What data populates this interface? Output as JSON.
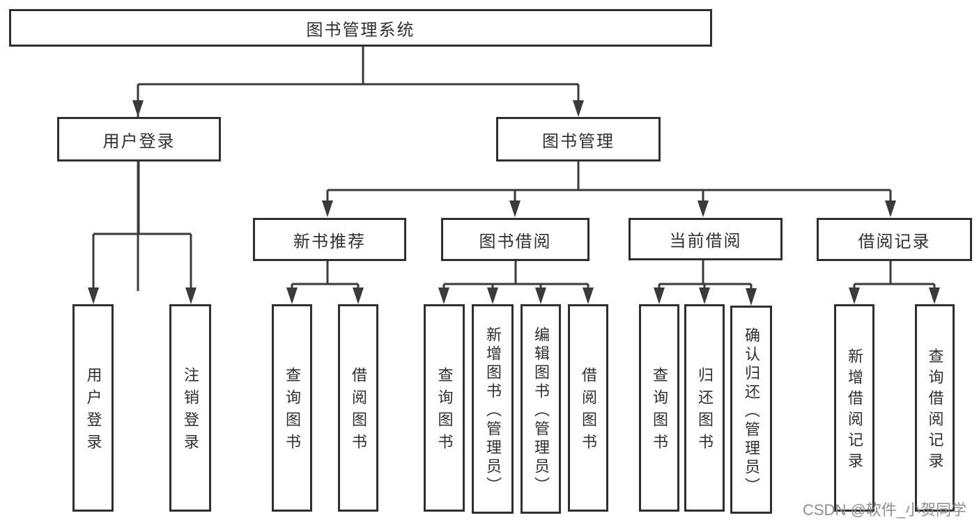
{
  "diagram": {
    "root": {
      "label": "图书管理系统"
    },
    "level2": [
      {
        "label": "用户登录"
      },
      {
        "label": "图书管理"
      }
    ],
    "level3": [
      {
        "label": "新书推荐"
      },
      {
        "label": "图书借阅"
      },
      {
        "label": "当前借阅"
      },
      {
        "label": "借阅记录"
      }
    ],
    "leaves": {
      "user_login": [
        "用户登录",
        "注销登录"
      ],
      "new_book": [
        "查询图书",
        "借阅图书"
      ],
      "book_borrow": [
        "查询图书",
        "新增图书（管理员）",
        "编辑图书（管理员）",
        "借阅图书"
      ],
      "current_borrow": [
        "查询图书",
        "归还图书",
        "确认归还（管理员）"
      ],
      "borrow_record": [
        "新增借阅记录",
        "查询借阅记录"
      ]
    }
  },
  "colors": {
    "line": "#3a3a3a",
    "box_border": "#2f2f2f",
    "text": "#2f2f2f",
    "watermark": "#8f8f8f",
    "background": "#ffffff"
  },
  "watermark": {
    "text": "CSDN @软件_小贺同学"
  }
}
